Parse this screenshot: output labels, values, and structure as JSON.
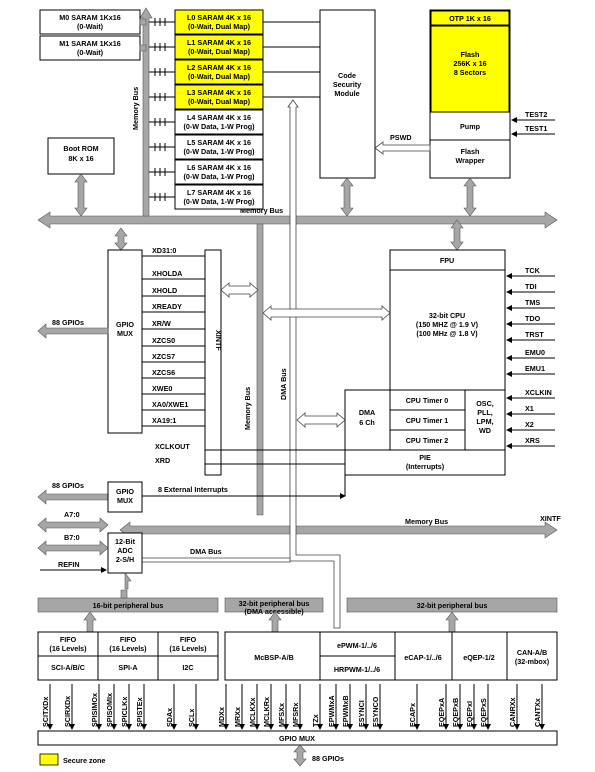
{
  "memory_blocks": {
    "m0": [
      "M0 SARAM 1Kx16",
      "(0-Wait)"
    ],
    "m1": [
      "M1 SARAM 1Kx16",
      "(0-Wait)"
    ],
    "l0": [
      "L0 SARAM 4K x 16",
      "(0-Wait, Dual Map)"
    ],
    "l1": [
      "L1 SARAM 4K x 16",
      "(0-Wait, Dual Map)"
    ],
    "l2": [
      "L2 SARAM 4K x 16",
      "(0-Wait, Dual Map)"
    ],
    "l3": [
      "L3 SARAM 4K x 16",
      "(0-Wait, Dual Map)"
    ],
    "l4": [
      "L4 SARAM 4K x 16",
      "(0-W Data, 1-W Prog)"
    ],
    "l5": [
      "L5 SARAM 4K x 16",
      "(0-W Data, 1-W Prog)"
    ],
    "l6": [
      "L6 SARAM 4K x 16",
      "(0-W Data, 1-W Prog)"
    ],
    "l7": [
      "L7 SARAM 4K x 16",
      "(0-W Data, 1-W Prog)"
    ],
    "boot_rom": [
      "Boot ROM",
      "8K x 16"
    ],
    "code_security": [
      "Code",
      "Security",
      "Module"
    ],
    "otp": "OTP 1K x 16",
    "flash": [
      "Flash",
      "256K x 16",
      "8 Sectors"
    ],
    "pump": "Pump",
    "flash_wrapper": [
      "Flash",
      "Wrapper"
    ]
  },
  "labels": {
    "pswd": "PSWD",
    "test2": "TEST2",
    "test1": "TEST1",
    "memory_bus": "Memory Bus",
    "dma_bus": "DMA Bus",
    "xintf_right": "XINTF"
  },
  "gpio": {
    "gpios_88": "88 GPIOs",
    "gpio_mux": [
      "GPIO",
      "MUX"
    ],
    "xintf_vertical": "XINTF",
    "external_interrupts": "8 External Interrupts",
    "bottom_mux": "GPIO MUX",
    "bottom_gpios": "88 GPIOs"
  },
  "xintf_signals": [
    "XD31:0",
    "XHOLDA",
    "XHOLD",
    "XREADY",
    "XR/W",
    "XZCS0",
    "XZCS7",
    "XZCS6",
    "XWE0",
    "XA0/XWE1",
    "XA19:1",
    "XCLKOUT",
    "XRD"
  ],
  "cpu": {
    "fpu": "FPU",
    "cpu": [
      "32-bit CPU",
      "(150 MHZ @ 1.9 V)",
      "(100 MHz @ 1.8 V)"
    ],
    "dma": [
      "DMA",
      "6 Ch"
    ],
    "timer0": "CPU Timer 0",
    "timer1": "CPU Timer 1",
    "timer2": "CPU Timer 2",
    "osc": [
      "OSC,",
      "PLL,",
      "LPM,",
      "WD"
    ],
    "pie": [
      "PIE",
      "(Interrupts)"
    ]
  },
  "cpu_signals": [
    "TCK",
    "TDI",
    "TMS",
    "TDO",
    "TRST",
    "EMU0",
    "EMU1",
    "XCLKIN",
    "X1",
    "X2",
    "XRS"
  ],
  "adc": {
    "a": "A7:0",
    "b": "B7:0",
    "refin": "REFIN",
    "block": [
      "12-Bit",
      "ADC",
      "2-S/H"
    ]
  },
  "buses": {
    "bus16": "16-bit peripheral bus",
    "bus32dma": [
      "32-bit peripheral bus",
      "(DMA accessible)"
    ],
    "bus32": "32-bit peripheral bus"
  },
  "peripherals": {
    "fifo_sci": [
      "FIFO",
      "(16 Levels)"
    ],
    "fifo_spi": [
      "FIFO",
      "(16 Levels)"
    ],
    "fifo_i2c": [
      "FIFO",
      "(16 Levels)"
    ],
    "sci": "SCI-A/B/C",
    "spi": "SPI-A",
    "i2c": "I2C",
    "mcbsp": "McBSP-A/B",
    "epwm": "ePWM-1/../6",
    "hrpwm": "HRPWM-1/../6",
    "ecap": "eCAP-1/../6",
    "eqep": "eQEP-1/2",
    "can": [
      "CAN-A/B",
      "(32-mbox)"
    ]
  },
  "pins": [
    "SCITXDx",
    "SCIRXDx",
    "SPISIMOx",
    "SPISOMIx",
    "SPICLKx",
    "SPISTEx",
    "SDAx",
    "SCLx",
    "MDXx",
    "MRXx",
    "MCLKXx",
    "MCLKRx",
    "MFSXx",
    "MFSRx",
    "TZx",
    "EPWMxA",
    "EPWMxB",
    "ESYNCI",
    "ESYNCO",
    "ECAPx",
    "EQEPxA",
    "EQEPxB",
    "EQEPxI",
    "EQEPxS",
    "CANRXx",
    "CANTXx"
  ],
  "legend": {
    "secure_zone": "Secure zone",
    "secure_color": "#ffff00"
  }
}
